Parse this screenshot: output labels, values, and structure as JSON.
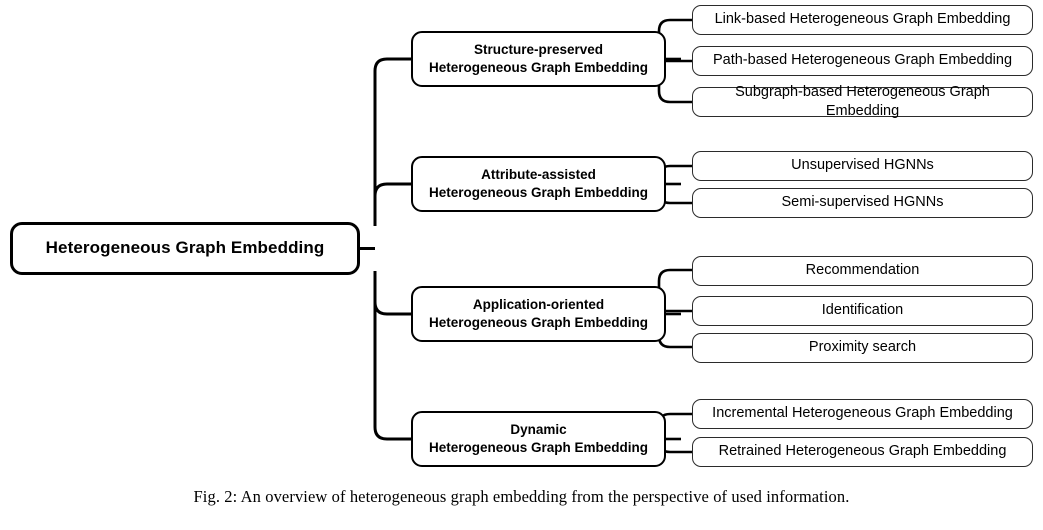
{
  "figure": {
    "caption": "Fig. 2: An overview of heterogeneous graph embedding from the perspective of used information."
  },
  "colors": {
    "background": "#ffffff",
    "node_fill": "#ffffff",
    "root_border": "#000000",
    "category_border": "#000000",
    "leaf_border": "#2b2b2b",
    "link_stroke": "#000000",
    "text": "#000000"
  },
  "tree": {
    "root": {
      "label": "Heterogeneous Graph Embedding"
    },
    "categories": [
      {
        "label": "Structure-preserved\nHeterogeneous Graph Embedding",
        "line1": "Structure-preserved",
        "line2": "Heterogeneous Graph Embedding",
        "children": [
          {
            "label": "Link-based Heterogeneous Graph Embedding"
          },
          {
            "label": "Path-based Heterogeneous Graph Embedding"
          },
          {
            "label": "Subgraph-based Heterogeneous Graph Embedding"
          }
        ]
      },
      {
        "label": "Attribute-assisted\nHeterogeneous Graph Embedding",
        "line1": "Attribute-assisted",
        "line2": "Heterogeneous Graph Embedding",
        "children": [
          {
            "label": "Unsupervised HGNNs"
          },
          {
            "label": "Semi-supervised HGNNs"
          }
        ]
      },
      {
        "label": "Application-oriented\nHeterogeneous Graph Embedding",
        "line1": "Application-oriented",
        "line2": "Heterogeneous Graph Embedding",
        "children": [
          {
            "label": "Recommendation"
          },
          {
            "label": "Identification"
          },
          {
            "label": "Proximity search"
          }
        ]
      },
      {
        "label": "Dynamic\nHeterogeneous Graph Embedding",
        "line1": "Dynamic",
        "line2": "Heterogeneous Graph Embedding",
        "children": [
          {
            "label": "Incremental Heterogeneous Graph Embedding"
          },
          {
            "label": "Retrained Heterogeneous Graph Embedding"
          }
        ]
      }
    ]
  }
}
